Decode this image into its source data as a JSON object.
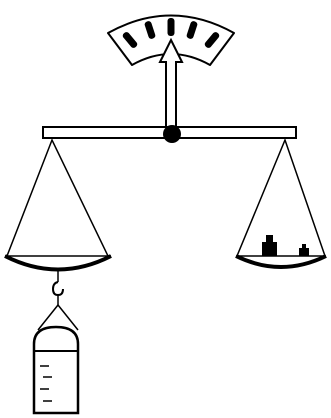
{
  "colors": {
    "background": "#ffffff",
    "ink": "#000000"
  },
  "figure": {
    "subject": "balance-scale-illustration",
    "gauge_marks": 5,
    "left_pan_load": "hanging-cylinder",
    "cylinder_level_marks": 4,
    "right_pan_weights": 2
  }
}
